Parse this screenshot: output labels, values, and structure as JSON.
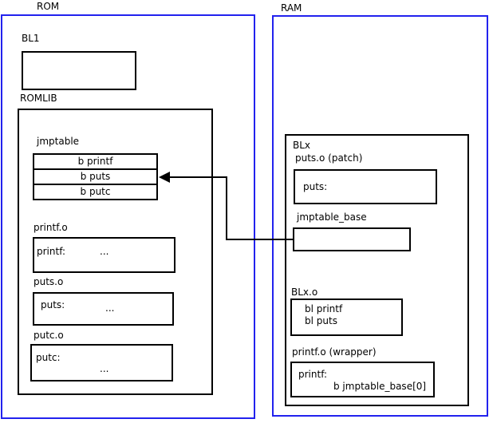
{
  "colors": {
    "frame_blue": "#2222ee",
    "line_black": "#000000",
    "background": "#ffffff"
  },
  "rom": {
    "title": "ROM",
    "bl1": {
      "label": "BL1"
    },
    "romlib": {
      "label": "ROMLIB",
      "jmptable": {
        "label": "jmptable",
        "rows": [
          "b printf",
          "b puts",
          "b putc"
        ]
      },
      "printf_o": {
        "label": "printf.o",
        "symbol": "printf:",
        "body": "..."
      },
      "puts_o": {
        "label": "puts.o",
        "symbol": "puts:",
        "body": "..."
      },
      "putc_o": {
        "label": "putc.o",
        "symbol": "putc:",
        "body": "..."
      }
    }
  },
  "ram": {
    "title": "RAM",
    "blx": {
      "label": "BLx",
      "puts_patch": {
        "label": "puts.o (patch)",
        "symbol": "puts:"
      },
      "jmptable_base": {
        "label": "jmptable_base"
      },
      "blx_o": {
        "label": "BLx.o",
        "lines": [
          "bl printf",
          "bl puts"
        ]
      },
      "printf_wrapper": {
        "label": "printf.o (wrapper)",
        "symbol": "printf:",
        "body": "b jmptable_base[0]"
      }
    }
  }
}
